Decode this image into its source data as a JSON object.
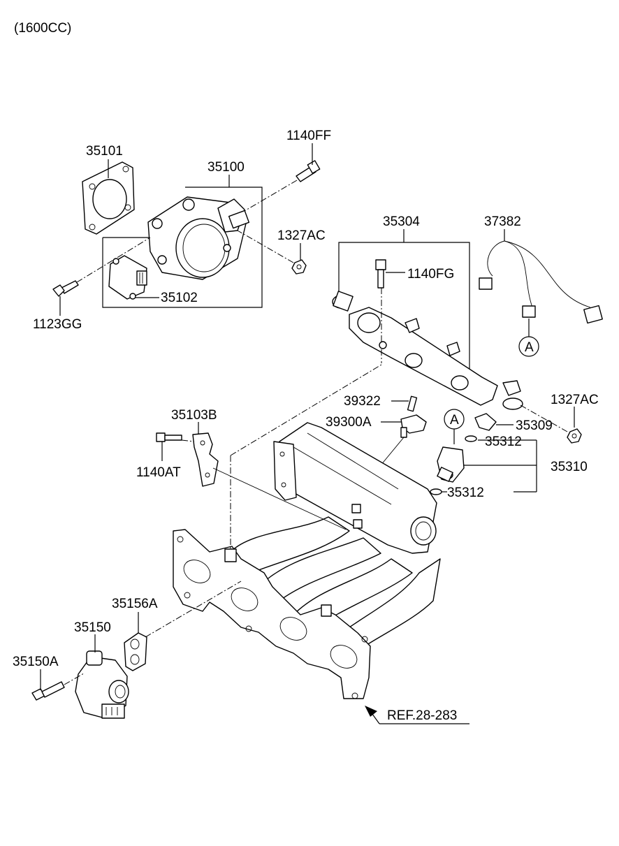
{
  "engine_note": "(1600CC)",
  "labels": {
    "p35101": "35101",
    "p35100": "35100",
    "p1140FF": "1140FF",
    "p1327AC_top": "1327AC",
    "p35102": "35102",
    "p1123GG": "1123GG",
    "p35304": "35304",
    "p1140FG": "1140FG",
    "p37382": "37382",
    "conn_A_top": "A",
    "p1327AC_right": "1327AC",
    "p39322": "39322",
    "p39300A": "39300A",
    "conn_A_mid": "A",
    "p35309": "35309",
    "p35312_top": "35312",
    "p35310": "35310",
    "p35312_bottom": "35312",
    "p35103B": "35103B",
    "p1140AT": "1140AT",
    "p35156A": "35156A",
    "p35150": "35150",
    "p35150A": "35150A",
    "ref": "REF.28-283"
  }
}
